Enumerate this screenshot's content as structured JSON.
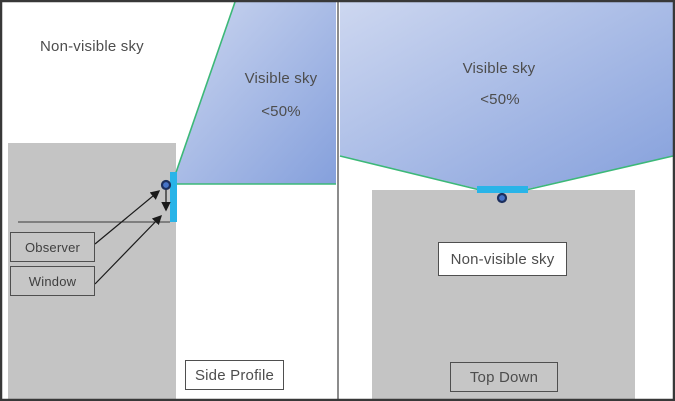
{
  "diagram": {
    "title_implicit": "Visible sky from a window — side profile and top down views",
    "left_panel": {
      "non_visible_label": "Non-visible sky",
      "visible_label": "Visible sky",
      "visible_pct": "<50%",
      "observer_tag": "Observer",
      "window_tag": "Window",
      "caption": "Side Profile"
    },
    "right_panel": {
      "visible_label": "Visible sky",
      "visible_pct": "<50%",
      "non_visible_label": "Non-visible sky",
      "caption": "Top Down"
    },
    "colors": {
      "sky_gradient_light": "#cdd7f0",
      "sky_gradient_dark": "#85a0dc",
      "sightline_green": "#3cb878",
      "window_cyan": "#29b4e8",
      "building_gray": "#c4c4c4",
      "box_gray": "#c6c6c6",
      "observer_dot_fill": "#4673c8",
      "observer_dot_ring": "#1c2f5e",
      "arrow_black": "#1a1a1a",
      "text_gray": "#4d4d4d",
      "frame_border": "#383838",
      "panel_divider": "#8c8c8c"
    }
  }
}
